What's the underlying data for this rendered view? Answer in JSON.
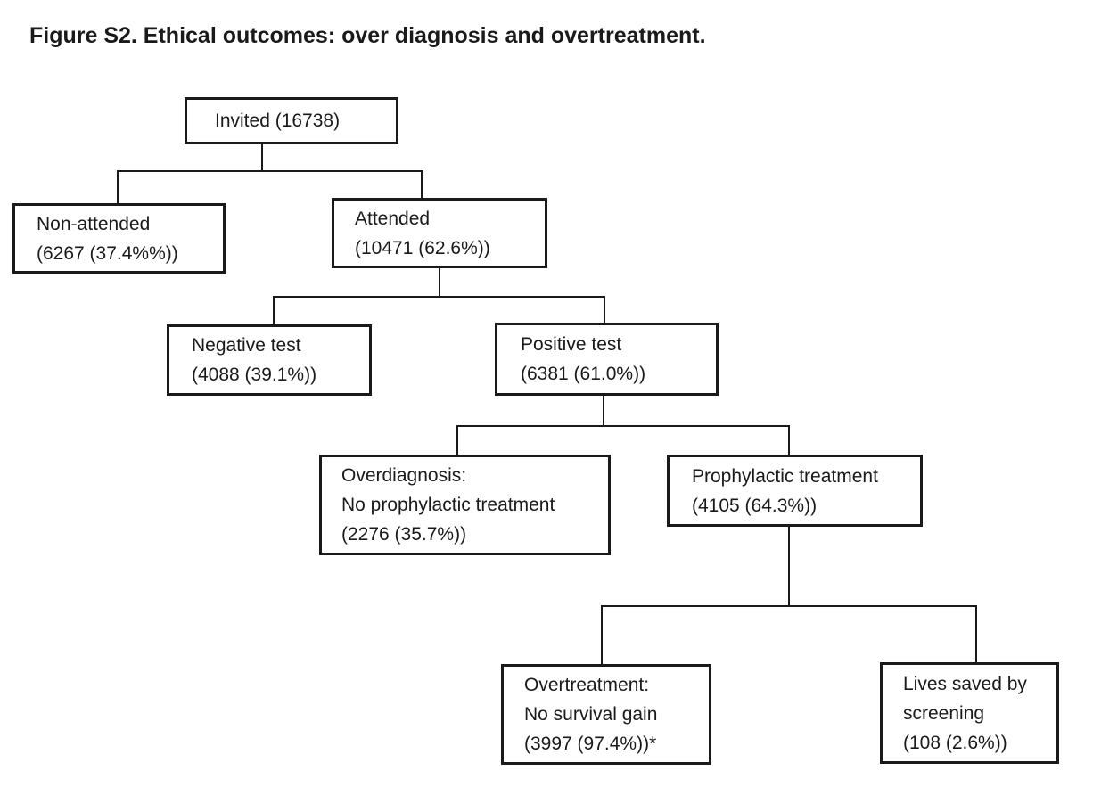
{
  "figure": {
    "title": "Figure S2. Ethical outcomes: over diagnosis and overtreatment."
  },
  "nodes": {
    "invited": {
      "lines": [
        "Invited (16738)"
      ]
    },
    "non_attended": {
      "lines": [
        "Non-attended",
        "(6267 (37.4%%))"
      ]
    },
    "attended": {
      "lines": [
        "Attended",
        "(10471 (62.6%))"
      ]
    },
    "negative_test": {
      "lines": [
        "Negative test",
        "(4088 (39.1%))"
      ]
    },
    "positive_test": {
      "lines": [
        "Positive test",
        "(6381 (61.0%))"
      ]
    },
    "overdiagnosis": {
      "lines": [
        "Overdiagnosis:",
        "No prophylactic treatment",
        "(2276 (35.7%))"
      ]
    },
    "prophylactic_treatment": {
      "lines": [
        "Prophylactic treatment",
        "(4105 (64.3%))"
      ]
    },
    "overtreatment": {
      "lines": [
        "Overtreatment:",
        "No survival gain",
        "(3997 (97.4%))*"
      ]
    },
    "lives_saved_by_screening": {
      "lines": [
        "Lives saved by",
        "screening",
        "(108 (2.6%))"
      ]
    }
  },
  "edges": [
    {
      "from": "invited",
      "to": "non_attended"
    },
    {
      "from": "invited",
      "to": "attended"
    },
    {
      "from": "attended",
      "to": "negative_test"
    },
    {
      "from": "attended",
      "to": "positive_test"
    },
    {
      "from": "positive_test",
      "to": "overdiagnosis"
    },
    {
      "from": "positive_test",
      "to": "prophylactic_treatment"
    },
    {
      "from": "prophylactic_treatment",
      "to": "overtreatment"
    },
    {
      "from": "prophylactic_treatment",
      "to": "lives_saved_by_screening"
    }
  ],
  "colors": {
    "background": "#ffffff",
    "text": "#1a1a1a",
    "box_border": "#1a1a1a",
    "box_fill": "#ffffff",
    "connector": "#1a1a1a"
  }
}
